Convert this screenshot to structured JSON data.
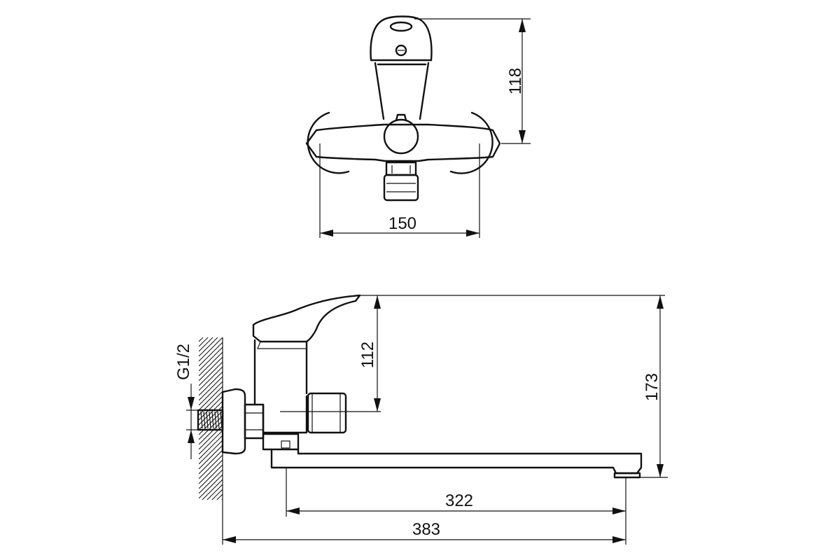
{
  "dimensions": {
    "top_height": "118",
    "top_width": "150",
    "side_height_handle": "112",
    "side_height_total": "173",
    "spout_reach": "322",
    "overall_length": "383",
    "thread_label": "G1/2"
  },
  "colors": {
    "line": "#111111",
    "background": "#ffffff"
  }
}
